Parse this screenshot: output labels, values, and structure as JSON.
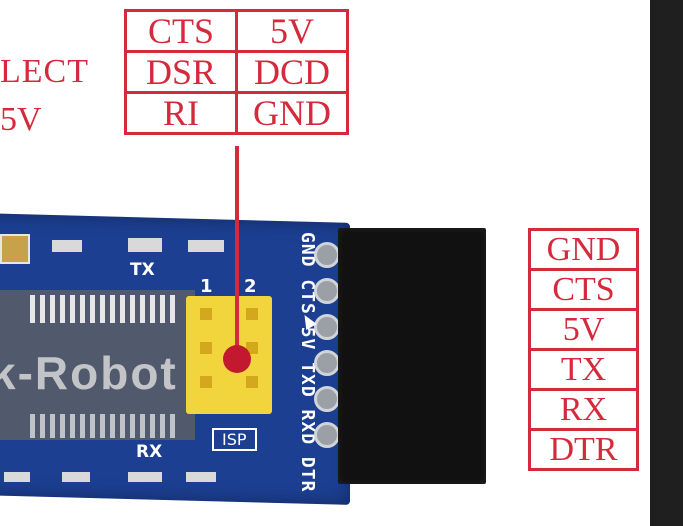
{
  "colors": {
    "label_red": "#d42a3c",
    "board_blue": "#1c3f92",
    "jumper_yellow": "#f2d53c",
    "side_panel": "#1f1f1f"
  },
  "left_label": {
    "line1": "LECT",
    "line2": "5V"
  },
  "top_table": {
    "rows": [
      [
        "CTS",
        "5V"
      ],
      [
        "DSR",
        "DCD"
      ],
      [
        "RI",
        "GND"
      ]
    ]
  },
  "right_table": {
    "rows": [
      "GND",
      "CTS",
      "5V",
      "TX",
      "RX",
      "DTR"
    ]
  },
  "board": {
    "pin_labels": "GND CTS 5V TXD RXD DTR",
    "jumper_num_1": "1",
    "jumper_num_2": "2",
    "tx_label": "TX",
    "rx_label": "RX",
    "isp_label": "ISP",
    "watermark": "k-Robot"
  }
}
